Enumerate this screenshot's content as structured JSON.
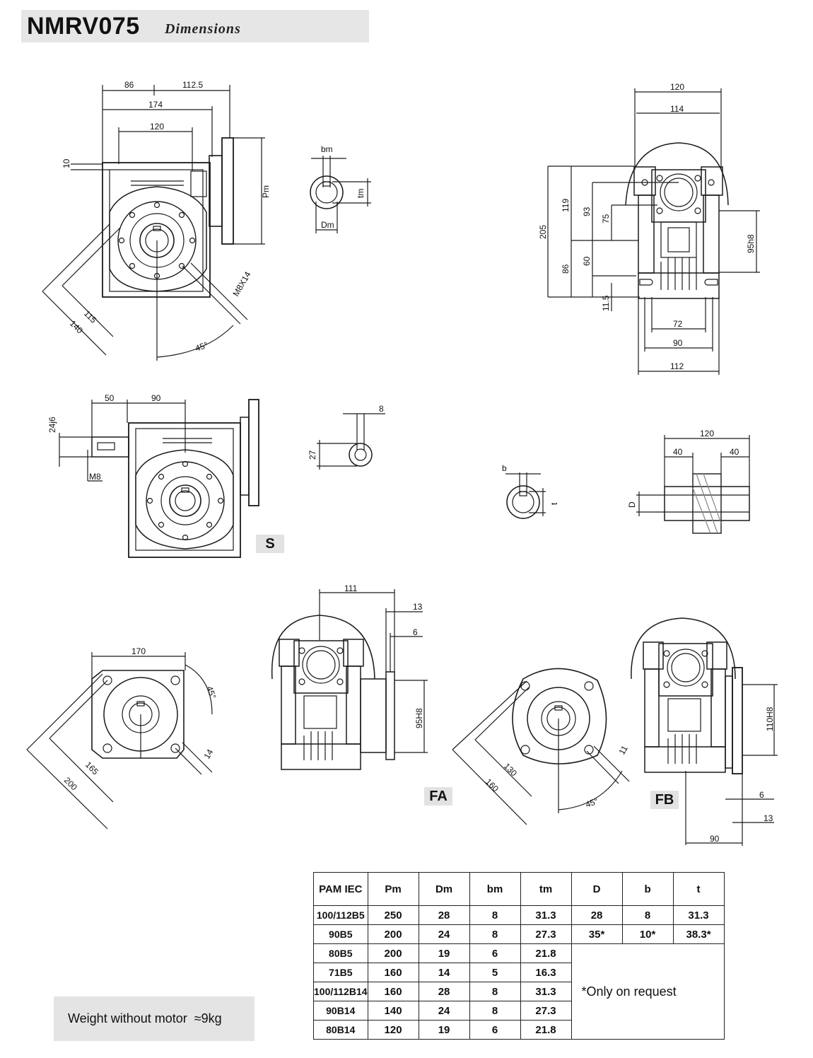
{
  "header": {
    "model": "NMRV075",
    "subtitle": "Dimensions"
  },
  "dims": {
    "v1": {
      "d86": "86",
      "d112_5": "112.5",
      "d174": "174",
      "d120": "120",
      "d10": "10",
      "pm": "Pm",
      "d115": "115",
      "d140": "140",
      "m8x14": "M8X14",
      "a45": "45°"
    },
    "v2": {
      "bm": "bm",
      "tm": "tm",
      "dm": "Dm"
    },
    "v3": {
      "d120": "120",
      "d114": "114",
      "d205": "205",
      "d119": "119",
      "d93": "93",
      "d75": "75",
      "d95h8": "95h8",
      "d86": "86",
      "d60": "60",
      "d11_5": "11.5",
      "d72": "72",
      "d90": "90",
      "d112": "112"
    },
    "v4": {
      "d50": "50",
      "d90": "90",
      "d24j6": "24j6",
      "m8": "M8"
    },
    "v5": {
      "d8": "8",
      "d27": "27"
    },
    "v6": {
      "b": "b",
      "t": "t"
    },
    "v7": {
      "d120": "120",
      "d40a": "40",
      "d40b": "40",
      "D": "D"
    },
    "v8": {
      "d170": "170",
      "a45": "45°",
      "d165": "165",
      "d200": "200",
      "d14": "14"
    },
    "v9": {
      "d111": "111",
      "d13": "13",
      "d6": "6",
      "d95H8": "95H8"
    },
    "v10": {
      "d130": "130",
      "d160": "160",
      "a45": "45°",
      "d11": "11"
    },
    "v11": {
      "d110H8": "110H8",
      "d6": "6",
      "d13": "13",
      "d90": "90"
    }
  },
  "tags": {
    "s": "S",
    "fa": "FA",
    "fb": "FB"
  },
  "weight": {
    "label": "Weight without motor",
    "value": "≈9kg"
  },
  "table": {
    "headers": [
      "PAM IEC",
      "Pm",
      "Dm",
      "bm",
      "tm",
      "D",
      "b",
      "t"
    ],
    "rows": [
      [
        "100/112B5",
        "250",
        "28",
        "8",
        "31.3",
        "28",
        "8",
        "31.3"
      ],
      [
        "90B5",
        "200",
        "24",
        "8",
        "27.3",
        "35*",
        "10*",
        "38.3*"
      ],
      [
        "80B5",
        "200",
        "19",
        "6",
        "21.8"
      ],
      [
        "71B5",
        "160",
        "14",
        "5",
        "16.3"
      ],
      [
        "100/112B14",
        "160",
        "28",
        "8",
        "31.3"
      ],
      [
        "90B14",
        "140",
        "24",
        "8",
        "27.3"
      ],
      [
        "80B14",
        "120",
        "19",
        "6",
        "21.8"
      ]
    ],
    "note": "*Only on request"
  }
}
